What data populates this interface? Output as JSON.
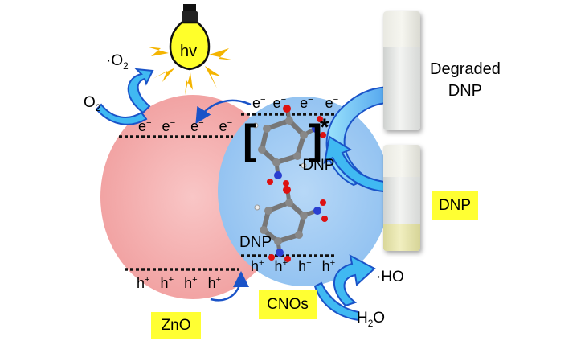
{
  "labels": {
    "hv": "hv",
    "o2_radical": "·O",
    "o2_radical_sub": "2",
    "o2": "O",
    "o2_sub": "2",
    "electron": "e",
    "electron_sup": "−",
    "hole": "h",
    "hole_sup": "+",
    "star": "*",
    "dnp_radical": "·DNP",
    "dnp": "DNP",
    "degraded_line1": "Degraded",
    "degraded_line2": "DNP",
    "dnp_box": "DNP",
    "ho_radical": "·HO",
    "h2o_h": "H",
    "h2o_sub": "2",
    "h2o_o": "O",
    "zno_box": "ZnO",
    "cnos_box": "CNOs",
    "bracket_left": "[",
    "bracket_right": "]"
  },
  "colors": {
    "zno": "#f2a3a3",
    "cnos": "#9ec9f2",
    "arrow": "#1a53c8",
    "arrow_light": "#55c8f5",
    "bulb": "#ffff2a",
    "rays": "#f4b400",
    "label_box": "#ffff33",
    "dnp_liquid": "#e8e6b0"
  }
}
